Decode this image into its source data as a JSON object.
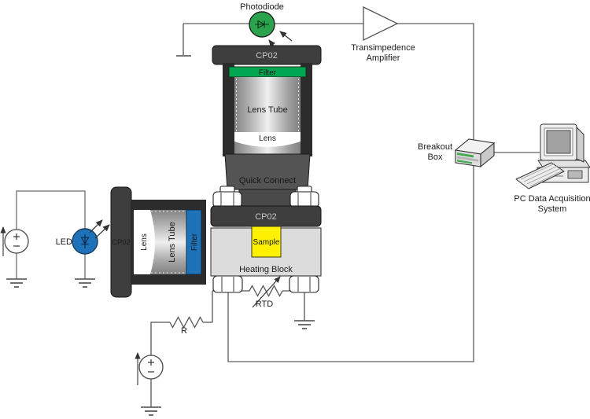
{
  "diagram": {
    "detection_arm": {
      "photodiode": "Photodiode",
      "cp02": "CP02",
      "filter": "Filter",
      "lens_tube": "Lens Tube",
      "lens": "Lens",
      "quick_connect": "Quick Connect"
    },
    "amplifier": {
      "line1": "Transimpedence",
      "line2": "Amplifier"
    },
    "sample_stage": {
      "cp02": "CP02",
      "sample": "Sample",
      "heating_block": "Heating Block",
      "rtd": "RTD"
    },
    "excitation_arm": {
      "led": "LED",
      "cp02": "CP02",
      "lens": "Lens",
      "lens_tube": "Lens Tube",
      "filter": "Filter"
    },
    "bias_circuit": {
      "resistor": "R"
    },
    "daq": {
      "breakout_line1": "Breakout",
      "breakout_line2": "Box",
      "pc_line1": "PC Data Acquisition",
      "pc_line2": "System"
    }
  },
  "colors": {
    "photodiode_green": "#2ba34d",
    "filter_green": "#00a651",
    "led_blue": "#1d72b8",
    "filter_blue": "#1d72b8",
    "sample_yellow": "#fef102",
    "wire_gray": "#7a7a7a",
    "circuit_gray": "#565656",
    "component_dark": "#3e3e3e"
  }
}
